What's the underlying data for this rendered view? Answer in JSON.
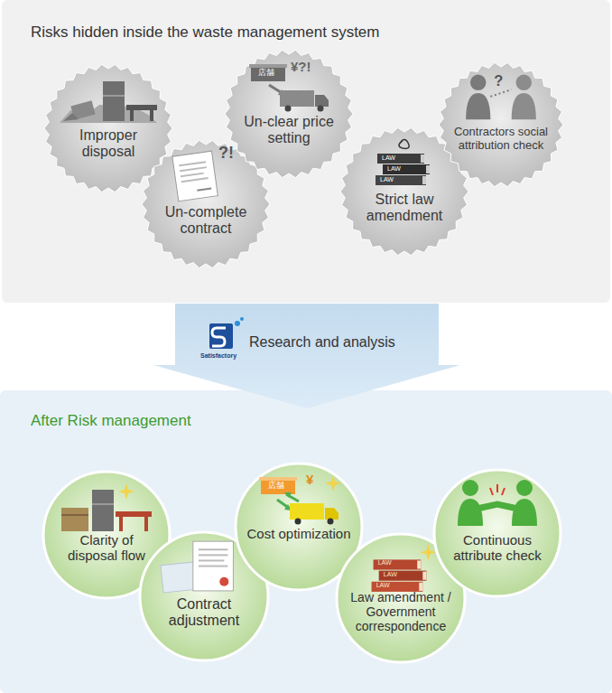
{
  "diagram": {
    "nodes": [
      {
        "text": [
          "Risks hidden inside the waste management system"
        ]
      },
      {
        "text": [
          "Improper disposal"
        ],
        "in": 0
      },
      {
        "text": [
          "Un-complete contract"
        ],
        "in": 0
      },
      {
        "text": [
          "Un-clear price setting"
        ],
        "in": 0
      },
      {
        "text": [
          "Strict law amendment"
        ],
        "in": 0
      },
      {
        "text": [
          "Contractors social attribution check"
        ],
        "in": 0
      },
      {
        "text": [
          "Research and analysis"
        ]
      },
      {
        "text": [
          "After Risk management"
        ]
      },
      {
        "text": [
          "Clarity of disposal flow"
        ],
        "in": 7
      },
      {
        "text": [
          "Contract adjustment"
        ],
        "in": 7
      },
      {
        "text": [
          "Cost optimization"
        ],
        "in": 7
      },
      {
        "text": [
          "Law amendment / Government correspondence"
        ],
        "in": 7
      },
      {
        "text": [
          "Continuous attribute check"
        ],
        "in": 7
      }
    ],
    "labels": [
      "?!",
      "店舗",
      "¥?!",
      "LAW",
      "LAW",
      "LAW",
      "?",
      "Satisfactory",
      "店舗",
      "¥",
      "LAW",
      "LAW",
      "LAW"
    ]
  }
}
